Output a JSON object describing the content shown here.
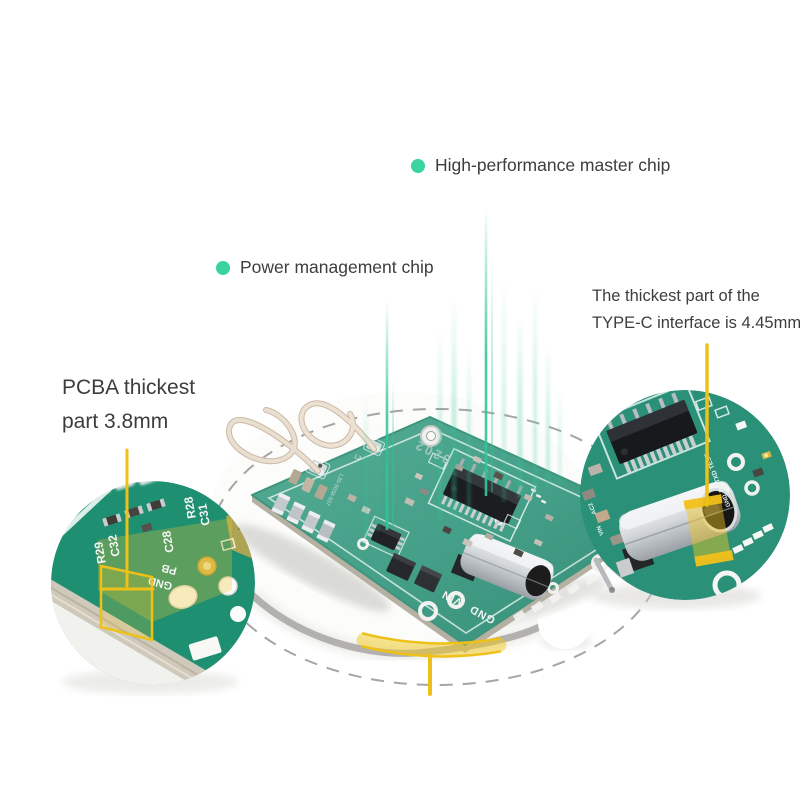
{
  "image_type": "annotated product photo of a PCBA",
  "background": "#ffffff",
  "colors": {
    "accent_green": "#3bd3a0",
    "beam_green": "#2fc493",
    "accent_yellow": "#eec118",
    "pcb_green_main": "#45a089",
    "pcb_green_zoom": "#2a9077",
    "text": "#3d3d3d",
    "dash_gray": "#9b9b9b"
  },
  "annotations": {
    "master_chip_label": "High-performance master chip",
    "power_chip_label": "Power management chip",
    "typec_line1": "The thickest part of the",
    "typec_line2": "TYPE-C interface is 4.45mm",
    "pcba_line1": "PCBA thickest",
    "pcba_line2": "part 3.8mm"
  },
  "silkscreen": {
    "main_board": {
      "gnd_vin": "GND VIN",
      "date_code": "0202",
      "serial": "L35-9038-937",
      "l2": "L2"
    },
    "left_callout": {
      "r28": "R28",
      "c31": "C31",
      "c32": "C32",
      "r29": "R29",
      "c28": "C28",
      "pb": "PB",
      "gnd": "GND"
    },
    "right_callout": {
      "test_row": "R8 TXD TEST",
      "gnd": "GND",
      "ac2": "AC2",
      "vin": "VIN"
    }
  }
}
